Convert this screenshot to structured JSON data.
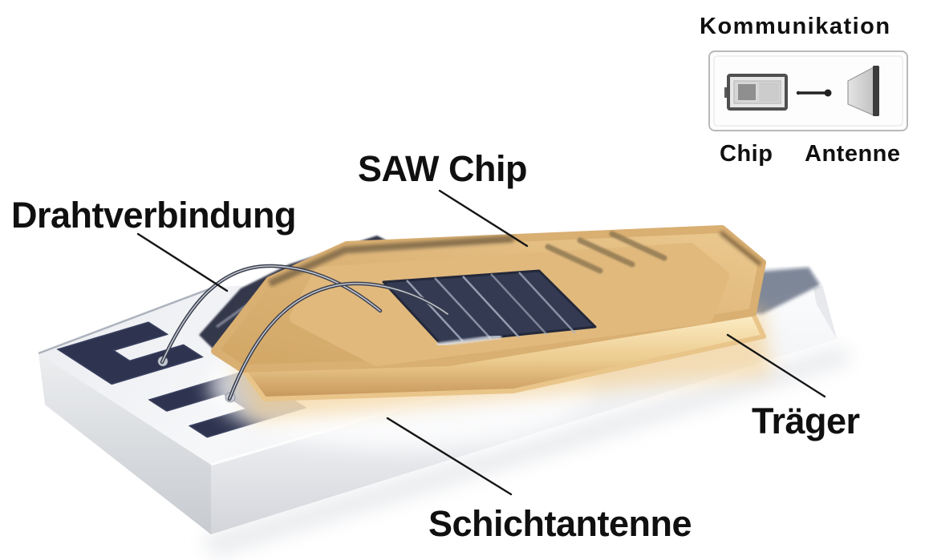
{
  "labels": {
    "drahtverbindung": "Drahtverbindung",
    "saw_chip": "SAW Chip",
    "traeger": "Träger",
    "schichtantenne": "Schichtantenne"
  },
  "inset": {
    "title": "Kommunikation",
    "chip_label": "Chip",
    "antenna_label": "Antenne"
  },
  "colors": {
    "background": "#ffffff",
    "label_text": "#101010",
    "antenna_navy": "#2e3450",
    "chip_tan": "#d9ae70",
    "chip_glow": "#f3c87e",
    "substrate_white": "#f3f4f6",
    "substrate_side": "#d8dade",
    "inset_border": "#b9b9b9",
    "wire_dark": "#3a3f4e"
  }
}
